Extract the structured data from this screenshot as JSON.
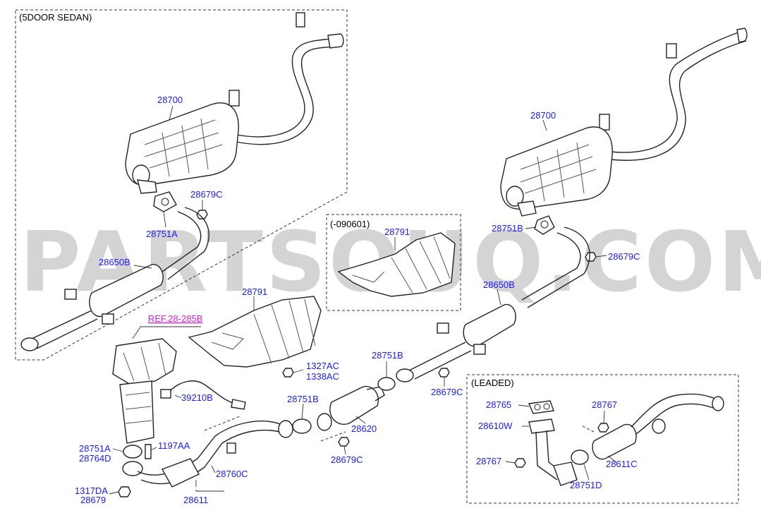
{
  "watermark": "PARTSOUQ.COM",
  "sections": {
    "sedan": "(5DOOR SEDAN)",
    "early": "(-090601)",
    "leaded": "(LEADED)"
  },
  "reference": "REF.28-285B",
  "labels": {
    "muffler_left": "28700",
    "gasket_left_nut": "28679C",
    "gasket_left": "28751A",
    "center_pipe_left": "28650B",
    "muffler_right": "28700",
    "gasket_right": "28751B",
    "nut_right": "28679C",
    "center_pipe_right": "28650B",
    "heat_shield_early": "28791",
    "heat_shield": "28791",
    "nut_1327": "1327AC",
    "nut_1338": "1338AC",
    "o2_sensor": "39210B",
    "gasket_front_a": "28751A",
    "gasket_front_d": "28764D",
    "bolt_1197": "1197AA",
    "bolt_1317": "1317DA",
    "nut_28679": "28679",
    "front_pipe": "28611",
    "hanger": "28760C",
    "gasket_cat_left": "28751B",
    "catalytic": "28620",
    "nut_cat": "28679C",
    "gasket_mid": "28751B",
    "nut_mid": "28679C",
    "gasket_65": "28765",
    "front_pipe_w": "28610W",
    "stud_67_top": "28767",
    "stud_67_left": "28767",
    "front_pipe_c": "28611C",
    "gasket_51d": "28751D"
  }
}
